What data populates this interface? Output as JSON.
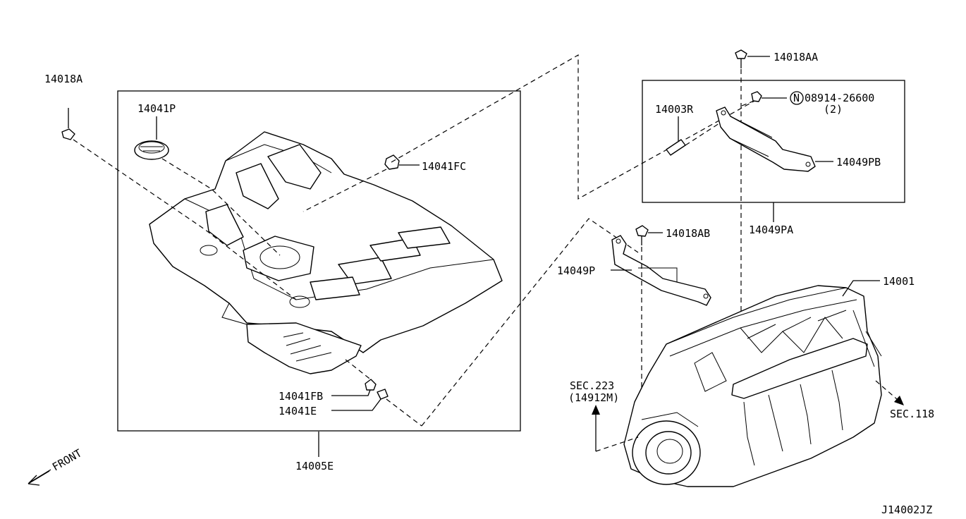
{
  "labels": {
    "p14018A": "14018A",
    "p14041P": "14041P",
    "p14041FC": "14041FC",
    "p14041FB": "14041FB",
    "p14041E": "14041E",
    "p14005E": "14005E",
    "p14018AA": "14018AA",
    "p08914_26600": "08914-26600",
    "p08914_qty": "(2)",
    "nut_marker": "N",
    "p14003R": "14003R",
    "p14049PB": "14049PB",
    "p14049PA": "14049PA",
    "p14018AB": "14018AB",
    "p14049P": "14049P",
    "p14001": "14001",
    "sec223": "SEC.223",
    "sec223_sub": "(14912M)",
    "sec118": "SEC.118",
    "front": "FRONT",
    "diagram_id": "J14002JZ"
  }
}
